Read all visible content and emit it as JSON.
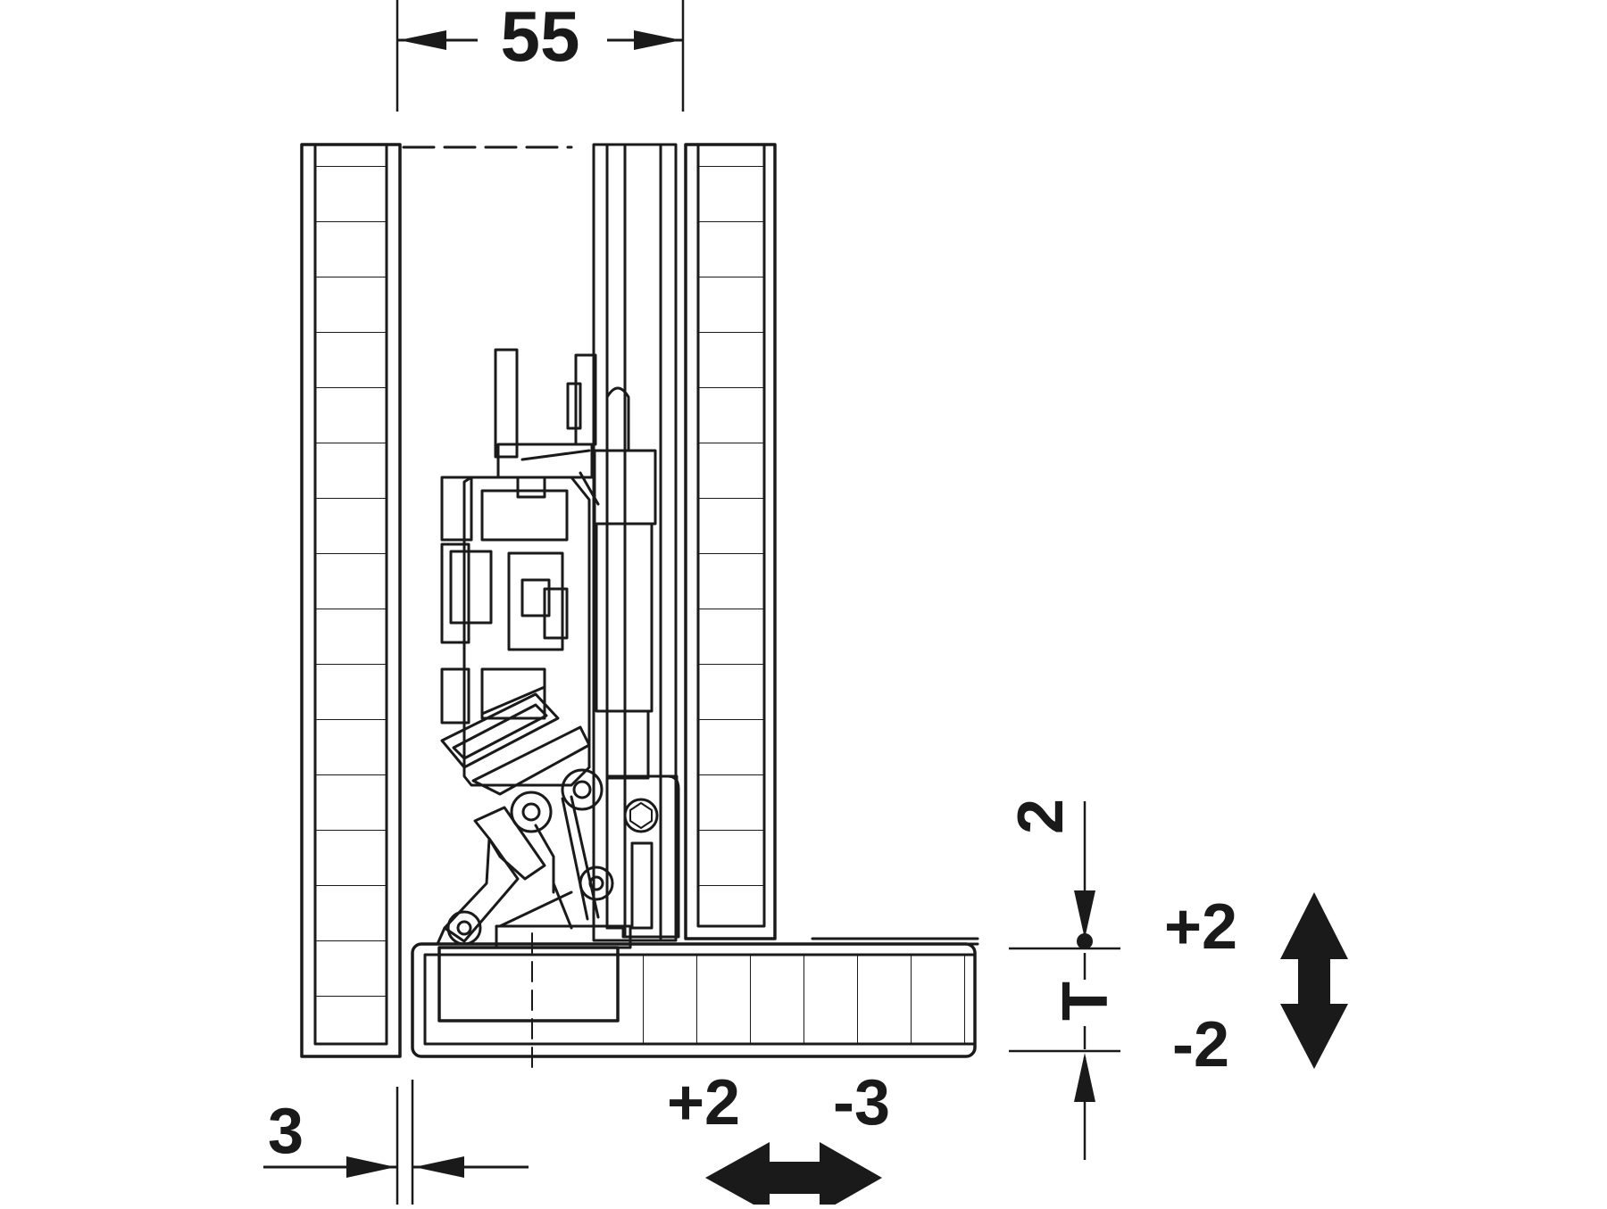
{
  "diagram": {
    "labels": {
      "width_55": "55",
      "offset_3": "3",
      "vertical_dim_2": "2",
      "vertical_plus": "+2",
      "vertical_minus": "-2",
      "vertical_t": "T",
      "horizontal_plus": "+2",
      "horizontal_minus": "-3"
    },
    "colors": {
      "ink": "#1a1a1a",
      "background": "#ffffff"
    }
  }
}
